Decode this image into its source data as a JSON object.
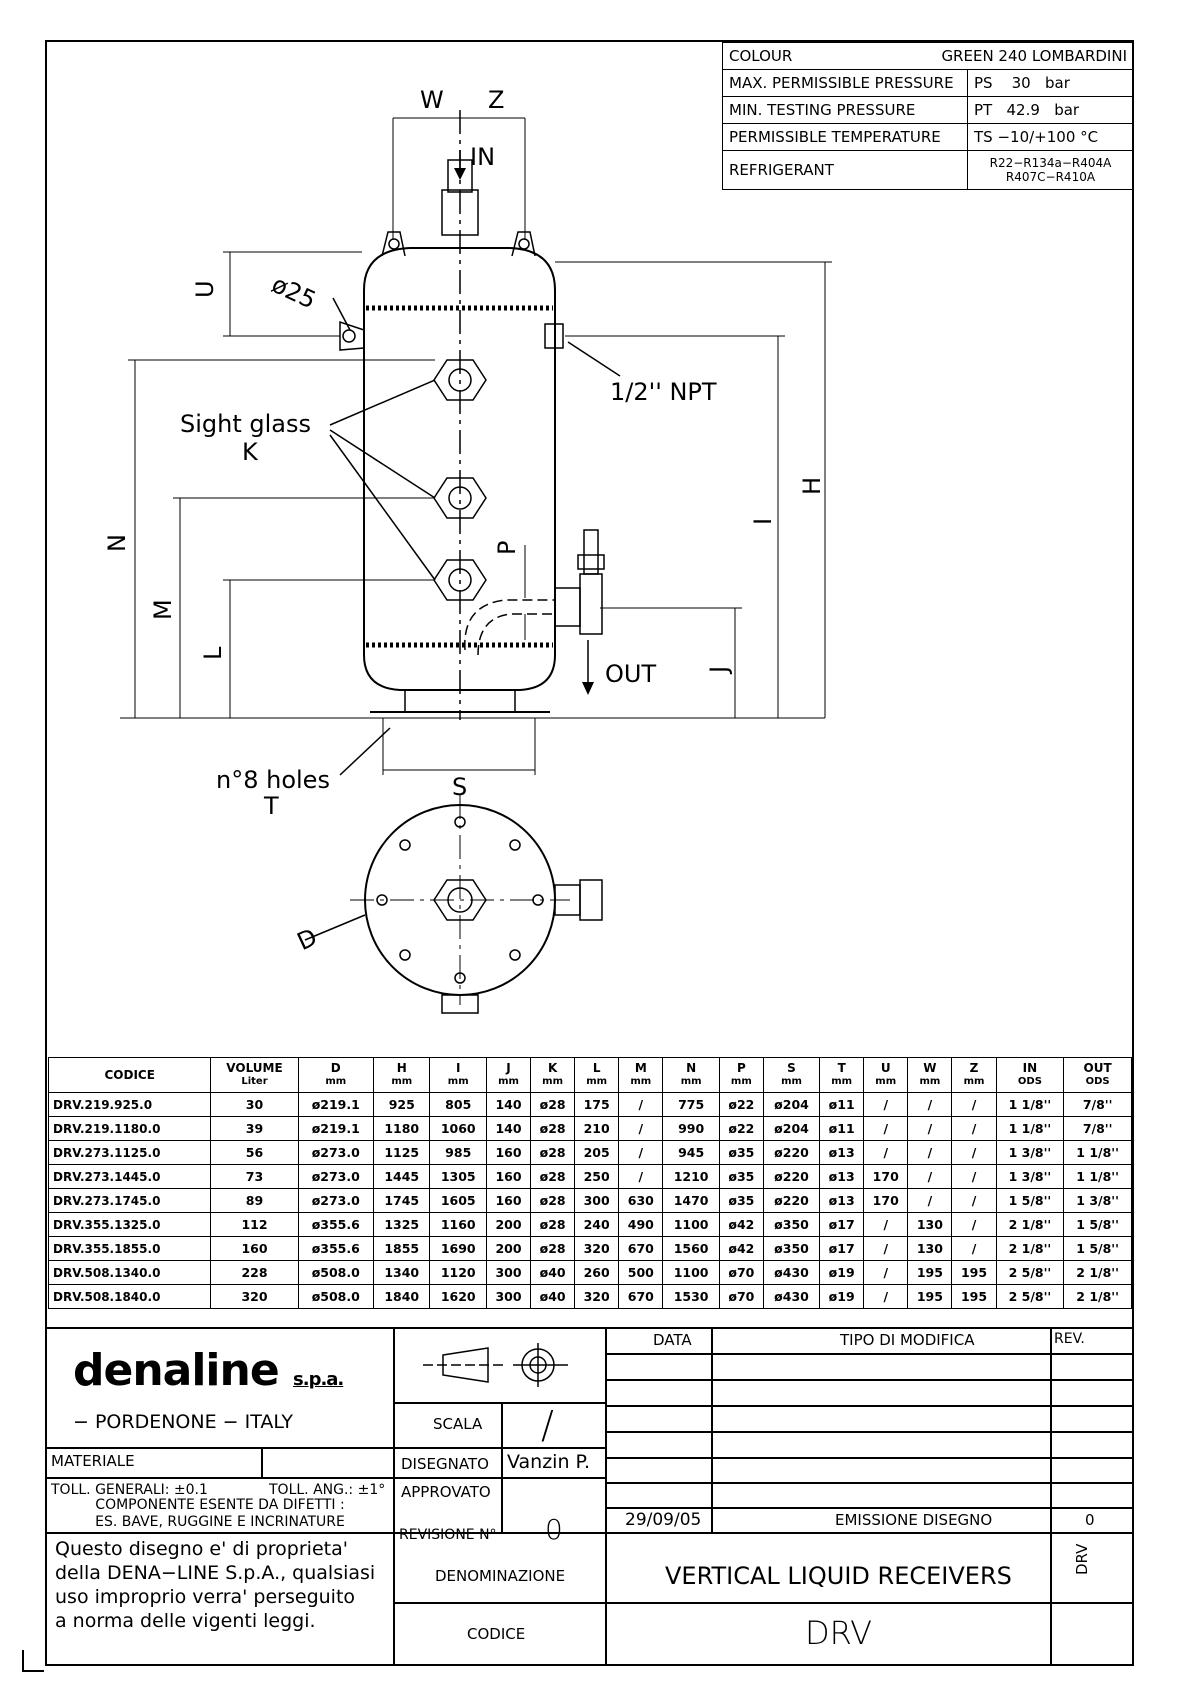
{
  "properties": [
    {
      "label": "COLOUR",
      "value": "GREEN 240 LOMBARDINI",
      "merged": true
    },
    {
      "label": "MAX. PERMISSIBLE PRESSURE",
      "value": "PS    30   bar"
    },
    {
      "label": "MIN. TESTING PRESSURE",
      "value": "PT   42.9   bar"
    },
    {
      "label": "PERMISSIBLE TEMPERATURE",
      "value": "TS −10/+100 °C"
    },
    {
      "label": "REFRIGERANT",
      "value_line1": "R22−R134a−R404A",
      "value_line2": "R407C−R410A"
    }
  ],
  "drawing": {
    "dims": {
      "W": "W",
      "Z": "Z",
      "U": "U",
      "H": "H",
      "I": "I",
      "J": "J",
      "N": "N",
      "M": "M",
      "L": "L",
      "P": "P",
      "S": "S",
      "D": "D"
    },
    "dia25": "ø25",
    "in": "IN",
    "out": "OUT",
    "npt": "1/2'' NPT",
    "sight_glass": "Sight glass",
    "sight_glass_k": "K",
    "holes": "n°8 holes",
    "holes_t": "T"
  },
  "table": {
    "headers": [
      {
        "name": "CODICE",
        "unit": ""
      },
      {
        "name": "VOLUME",
        "unit": "Liter"
      },
      {
        "name": "D",
        "unit": "mm"
      },
      {
        "name": "H",
        "unit": "mm"
      },
      {
        "name": "I",
        "unit": "mm"
      },
      {
        "name": "J",
        "unit": "mm"
      },
      {
        "name": "K",
        "unit": "mm"
      },
      {
        "name": "L",
        "unit": "mm"
      },
      {
        "name": "M",
        "unit": "mm"
      },
      {
        "name": "N",
        "unit": "mm"
      },
      {
        "name": "P",
        "unit": "mm"
      },
      {
        "name": "S",
        "unit": "mm"
      },
      {
        "name": "T",
        "unit": "mm"
      },
      {
        "name": "U",
        "unit": "mm"
      },
      {
        "name": "W",
        "unit": "mm"
      },
      {
        "name": "Z",
        "unit": "mm"
      },
      {
        "name": "IN",
        "unit": "ODS"
      },
      {
        "name": "OUT",
        "unit": "ODS"
      }
    ],
    "rows": [
      [
        "DRV.219.925.0",
        "30",
        "ø219.1",
        "925",
        "805",
        "140",
        "ø28",
        "175",
        "/",
        "775",
        "ø22",
        "ø204",
        "ø11",
        "/",
        "/",
        "/",
        "1 1/8''",
        "7/8''"
      ],
      [
        "DRV.219.1180.0",
        "39",
        "ø219.1",
        "1180",
        "1060",
        "140",
        "ø28",
        "210",
        "/",
        "990",
        "ø22",
        "ø204",
        "ø11",
        "/",
        "/",
        "/",
        "1 1/8''",
        "7/8''"
      ],
      [
        "DRV.273.1125.0",
        "56",
        "ø273.0",
        "1125",
        "985",
        "160",
        "ø28",
        "205",
        "/",
        "945",
        "ø35",
        "ø220",
        "ø13",
        "/",
        "/",
        "/",
        "1 3/8''",
        "1 1/8''"
      ],
      [
        "DRV.273.1445.0",
        "73",
        "ø273.0",
        "1445",
        "1305",
        "160",
        "ø28",
        "250",
        "/",
        "1210",
        "ø35",
        "ø220",
        "ø13",
        "170",
        "/",
        "/",
        "1 3/8''",
        "1 1/8''"
      ],
      [
        "DRV.273.1745.0",
        "89",
        "ø273.0",
        "1745",
        "1605",
        "160",
        "ø28",
        "300",
        "630",
        "1470",
        "ø35",
        "ø220",
        "ø13",
        "170",
        "/",
        "/",
        "1 5/8''",
        "1 3/8''"
      ],
      [
        "DRV.355.1325.0",
        "112",
        "ø355.6",
        "1325",
        "1160",
        "200",
        "ø28",
        "240",
        "490",
        "1100",
        "ø42",
        "ø350",
        "ø17",
        "/",
        "130",
        "/",
        "2 1/8''",
        "1 5/8''"
      ],
      [
        "DRV.355.1855.0",
        "160",
        "ø355.6",
        "1855",
        "1690",
        "200",
        "ø28",
        "320",
        "670",
        "1560",
        "ø42",
        "ø350",
        "ø17",
        "/",
        "130",
        "/",
        "2 1/8''",
        "1 5/8''"
      ],
      [
        "DRV.508.1340.0",
        "228",
        "ø508.0",
        "1340",
        "1120",
        "300",
        "ø40",
        "260",
        "500",
        "1100",
        "ø70",
        "ø430",
        "ø19",
        "/",
        "195",
        "195",
        "2 5/8''",
        "2 1/8''"
      ],
      [
        "DRV.508.1840.0",
        "320",
        "ø508.0",
        "1840",
        "1620",
        "300",
        "ø40",
        "320",
        "670",
        "1530",
        "ø70",
        "ø430",
        "ø19",
        "/",
        "195",
        "195",
        "2 5/8''",
        "2 1/8''"
      ]
    ]
  },
  "title_block": {
    "company": "denaline",
    "company_suffix": "s.p.a.",
    "location": "−  PORDENONE  −  ITALY",
    "materiale": "MATERIALE",
    "toll_gen": "TOLL. GENERALI: ±0.1",
    "toll_ang": "TOLL. ANG.: ±1°",
    "note_line1": "COMPONENTE ESENTE DA DIFETTI :",
    "note_line2": "ES. BAVE, RUGGINE E INCRINATURE",
    "legal_line1": "Questo disegno e' di proprieta'",
    "legal_line2": "della DENA−LINE S.p.A., qualsiasi",
    "legal_line3": "uso improprio verra' perseguito",
    "legal_line4": "a norma delle vigenti leggi.",
    "scala": "SCALA",
    "scala_value": "/",
    "disegnato": "DISEGNATO",
    "disegnato_value": "Vanzin P.",
    "approvato": "APPROVATO",
    "revisione": "REVISIONE N°",
    "revisione_value": "0",
    "denominazione": "DENOMINAZIONE",
    "denominazione_value": "VERTICAL LIQUID RECEIVERS",
    "codice": "CODICE",
    "codice_value": "DRV",
    "data": "DATA",
    "tipo_modifica": "TIPO DI MODIFICA",
    "rev": "REV.",
    "rev_date": "29/09/05",
    "rev_desc": "EMISSIONE DISEGNO",
    "rev_num": "0",
    "side_code": "DRV"
  }
}
